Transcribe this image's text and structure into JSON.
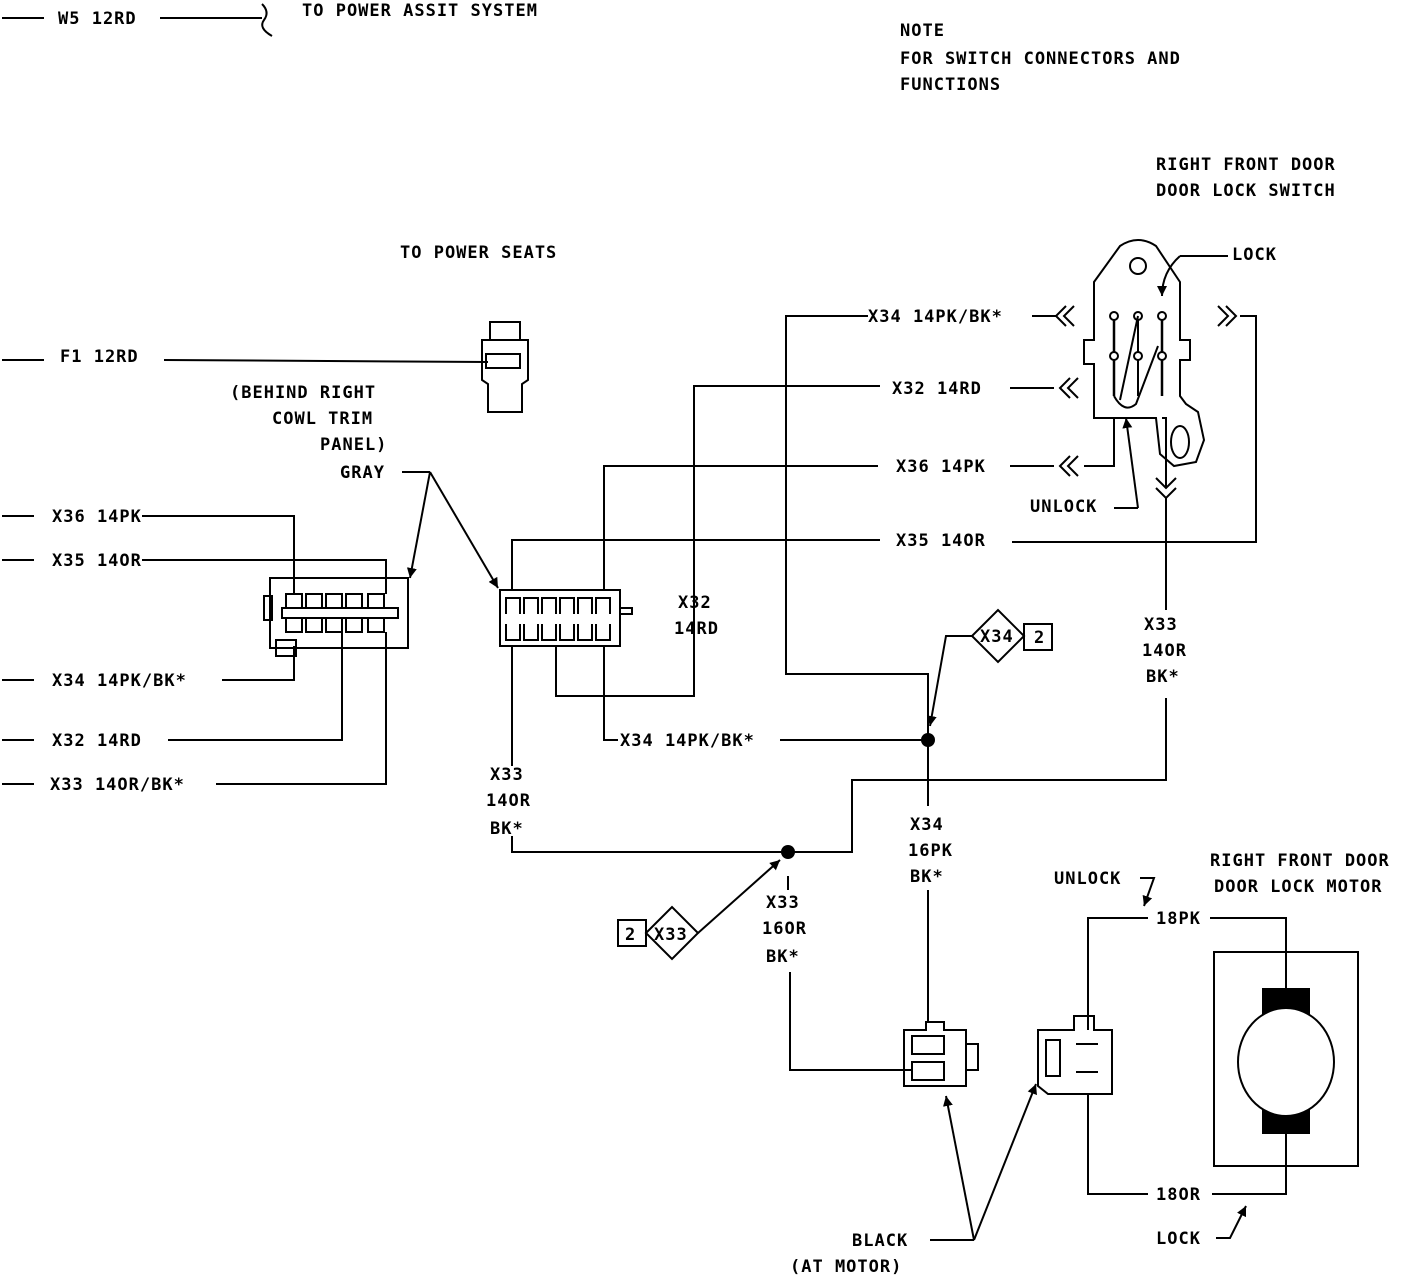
{
  "header": {
    "w5_wire": "W5 12RD",
    "power_assist": "TO POWER ASSIT SYSTEM",
    "note_title": "NOTE",
    "note_line1": "FOR SWITCH CONNECTORS AND",
    "note_line2": "FUNCTIONS"
  },
  "switch": {
    "title1": "RIGHT FRONT DOOR",
    "title2": "DOOR LOCK SWITCH",
    "lock": "LOCK",
    "unlock": "UNLOCK"
  },
  "power_seats": "TO POWER SEATS",
  "left_connector": {
    "desc1": "(BEHIND RIGHT",
    "desc2": "COWL TRIM",
    "desc3": "PANEL)",
    "color": "GRAY"
  },
  "left_wires": {
    "f1": "F1 12RD",
    "x36": "X36 14PK",
    "x35": "X35 14OR",
    "x34": "X34 14PK/BK*",
    "x32": "X32 14RD",
    "x33": "X33 14OR/BK*"
  },
  "right_wires": {
    "x34": "X34 14PK/BK*",
    "x32": "X32 14RD",
    "x36": "X36 14PK",
    "x35": "X35 14OR"
  },
  "mid_labels": {
    "x32_a": "X32",
    "x32_b": "14RD",
    "x34_low": "X34 14PK/BK*",
    "x33_a": "X33",
    "x33_b": "14OR",
    "x33_c": "BK*",
    "x33r_a": "X33",
    "x33r_b": "14OR",
    "x33r_c": "BK*",
    "x34s_a": "X34",
    "x34s_b": "16PK",
    "x34s_c": "BK*",
    "x33s_a": "X33",
    "x33s_b": "16OR",
    "x33s_c": "BK*"
  },
  "splices": {
    "x34_name": "X34",
    "x34_num": "2",
    "x33_name": "X33",
    "x33_num": "2"
  },
  "motor": {
    "title1": "RIGHT FRONT DOOR",
    "title2": "DOOR LOCK MOTOR",
    "unlock": "UNLOCK",
    "wire_top": "18PK",
    "wire_bottom": "18OR",
    "lock": "LOCK"
  },
  "bottom": {
    "black": "BLACK",
    "at_motor": "(AT MOTOR)"
  }
}
